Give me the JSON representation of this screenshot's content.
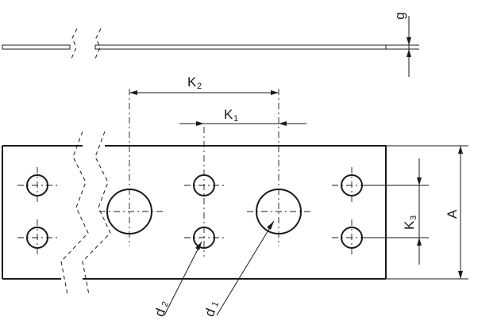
{
  "labels": {
    "thickness": "g",
    "k2_main": "K",
    "k2_sub": "2",
    "k1_main": "K",
    "k1_sub": "1",
    "k3_main": "K",
    "k3_sub": "3",
    "width": "A",
    "d2_main": "d",
    "d2_sub": "2",
    "d1_main": "d",
    "d1_sub": "1"
  }
}
